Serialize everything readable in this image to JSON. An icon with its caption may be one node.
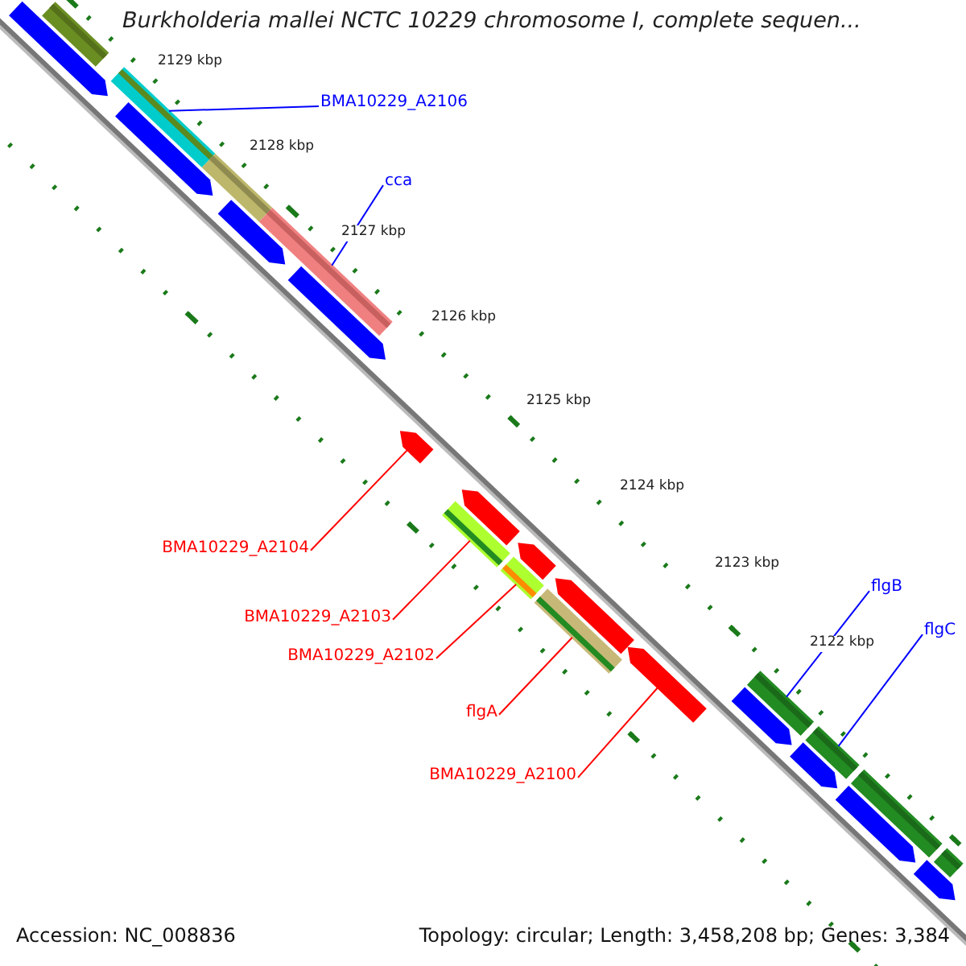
{
  "diagram": {
    "title": "Burkholderia mallei NCTC 10229 chromosome I, complete sequen...",
    "nodes": [
      {
        "text": [
          "BMA10229_A2106"
        ]
      },
      {
        "text": [
          "cca"
        ]
      },
      {
        "text": [
          "BMA10229_A2104"
        ]
      },
      {
        "text": [
          "BMA10229_A2103"
        ]
      },
      {
        "text": [
          "BMA10229_A2102"
        ]
      },
      {
        "text": [
          "flgA"
        ]
      },
      {
        "text": [
          "BMA10229_A2100"
        ]
      },
      {
        "text": [
          "flgB"
        ]
      },
      {
        "text": [
          "flgC"
        ]
      },
      {
        "text": [],
        "shape": "bar"
      },
      {
        "text": [],
        "shape": "arrow"
      },
      {
        "text": [],
        "shape": "bar"
      },
      {
        "text": [],
        "shape": "arrow"
      },
      {
        "text": [],
        "shape": "bar"
      },
      {
        "text": [],
        "shape": "arrow"
      },
      {
        "text": [],
        "shape": "bar"
      },
      {
        "text": [],
        "shape": "arrow"
      },
      {
        "text": [],
        "shape": "arrow"
      },
      {
        "text": [],
        "shape": "arrow"
      },
      {
        "text": [],
        "shape": "bar"
      },
      {
        "text": [],
        "shape": "arrow"
      },
      {
        "text": [],
        "shape": "bar"
      },
      {
        "text": [],
        "shape": "arrow"
      },
      {
        "text": [],
        "shape": "bar"
      },
      {
        "text": [],
        "shape": "arrow"
      },
      {
        "text": [],
        "shape": "arrow"
      },
      {
        "text": [],
        "shape": "bar"
      },
      {
        "text": [],
        "shape": "arrow"
      },
      {
        "text": [],
        "shape": "bar"
      },
      {
        "text": [],
        "shape": "arrow"
      },
      {
        "text": [],
        "shape": "bar"
      },
      {
        "text": [],
        "shape": "arrow"
      },
      {
        "text": [],
        "shape": "bar"
      }
    ],
    "edges": [
      {
        "from": 0,
        "to": 11,
        "arrow": "none",
        "color": "#0000ff"
      },
      {
        "from": 1,
        "to": 15,
        "arrow": "none",
        "color": "#0000ff"
      },
      {
        "from": 2,
        "to": 17,
        "arrow": "none"
      },
      {
        "from": 3,
        "to": 19,
        "arrow": "none"
      },
      {
        "from": 4,
        "to": 21,
        "arrow": "none"
      },
      {
        "from": 5,
        "to": 23,
        "arrow": "none"
      },
      {
        "from": 6,
        "to": 24,
        "arrow": "none"
      },
      {
        "from": 7,
        "to": 26,
        "arrow": "none",
        "color": "#0000ff"
      },
      {
        "from": 8,
        "to": 28,
        "arrow": "none",
        "color": "#0000ff"
      }
    ],
    "labels": [
      "2129 kbp",
      "2128 kbp",
      "2127 kbp",
      "2126 kbp",
      "2125 kbp",
      "2124 kbp",
      "2123 kbp",
      "2122 kbp",
      "Accession: NC_008836",
      "Topology: circular; Length: 3,458,208 bp; Genes: 3,384"
    ]
  }
}
